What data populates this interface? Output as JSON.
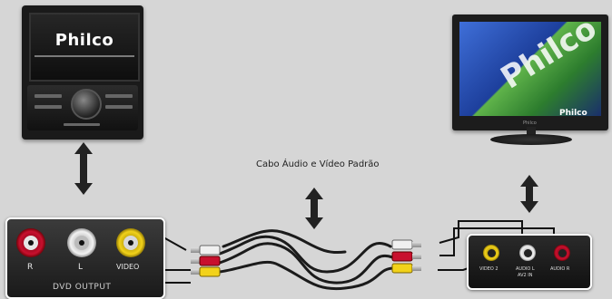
{
  "caption": "Cabo Áudio e Vídeo Padrão",
  "dvd_unit": {
    "brand": "Philco"
  },
  "tv": {
    "screen_logo": "Philco",
    "corner_brand": "Philco",
    "bottom_brand": "Philco"
  },
  "dvd_output_panel": {
    "title": "DVD OUTPUT",
    "jacks": [
      {
        "label": "R",
        "color": "#c8102e"
      },
      {
        "label": "L",
        "color": "#f2f2f2"
      },
      {
        "label": "VIDEO",
        "color": "#f2d21a"
      }
    ]
  },
  "tv_input_panel": {
    "jacks": [
      {
        "label": "VIDEO 2",
        "color": "#f2d21a"
      },
      {
        "label": "AUDIO L",
        "sublabel": "AV2 IN",
        "color": "#f2f2f2"
      },
      {
        "label": "AUDIO R",
        "color": "#c8102e"
      }
    ]
  },
  "cable": {
    "plug_colors": [
      "#f2f2f2",
      "#c8102e",
      "#f2d21a"
    ]
  },
  "arrows": [
    "double-arrow-dvd",
    "double-arrow-cable",
    "double-arrow-tv"
  ]
}
